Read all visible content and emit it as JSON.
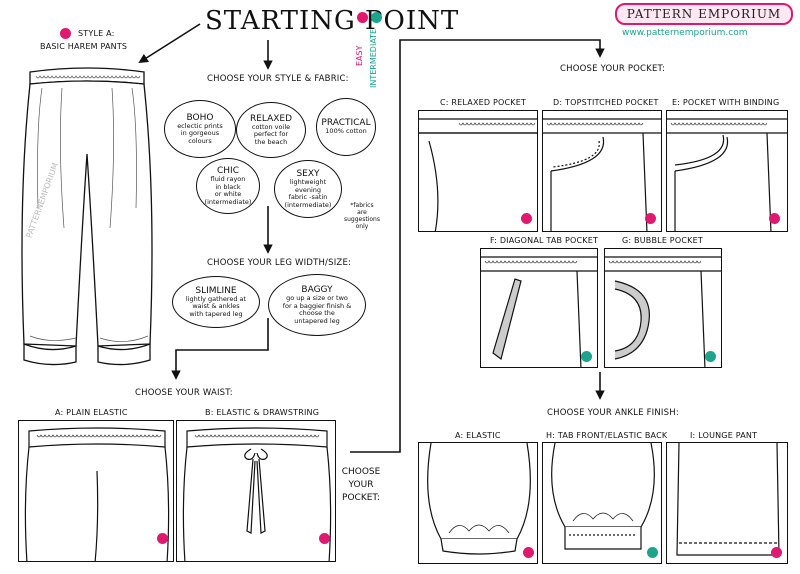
{
  "brand": {
    "name": "Pattern Emporium",
    "url": "www.patternemporium.com",
    "pink": "#e0186f",
    "teal": "#1aa58c"
  },
  "title": "Starting Point",
  "style": {
    "line1": "Style a:",
    "line2": "Basic Harem Pants"
  },
  "levels": {
    "easy": "easy",
    "intermediate": "intermediate"
  },
  "watermark": "patternemporium",
  "steps": {
    "style_fabric": "Choose your style & fabric:",
    "leg": "Choose your leg width/size:",
    "waist": "Choose your waist:",
    "pocket": "Choose your pocket:",
    "ankle": "Choose your ankle finish:",
    "side_pocket": [
      "Choose",
      "your",
      "pocket:"
    ]
  },
  "fabrics": [
    {
      "name": "Boho",
      "desc": [
        "eclectic prints",
        "in gorgeous",
        "colours"
      ]
    },
    {
      "name": "relaxed",
      "desc": [
        "cotton voile",
        "perfect for",
        "the beach"
      ]
    },
    {
      "name": "Practical",
      "desc": [
        "100% cotton"
      ]
    },
    {
      "name": "Chic",
      "desc": [
        "fluid rayon",
        "in black",
        "or white",
        "(intermediate)"
      ]
    },
    {
      "name": "Sexy",
      "desc": [
        "lightweight",
        "evening",
        "fabric -satin",
        "(intermediate)"
      ]
    }
  ],
  "fabric_note": [
    "*fabrics",
    "are",
    "suggestions",
    "only"
  ],
  "legs": [
    {
      "name": "Slimline",
      "desc": [
        "lightly gathered at",
        "waist & ankles",
        "with tapered leg"
      ]
    },
    {
      "name": "Baggy",
      "desc": [
        "go up a size or two",
        "for a baggier finish &",
        "choose the",
        "untapered leg"
      ]
    }
  ],
  "waists": [
    {
      "label": "a: plain elastic",
      "level": "pink"
    },
    {
      "label": "B: elastic & drawstring",
      "level": "pink"
    }
  ],
  "pockets": [
    {
      "label": "C: relaxed pocket",
      "level": "pink"
    },
    {
      "label": "D: topstitched pocket",
      "level": "pink"
    },
    {
      "label": "e: pocket with binding",
      "level": "pink"
    },
    {
      "label": "F: diagonal tab pocket",
      "level": "teal"
    },
    {
      "label": "G: bubble pocket",
      "level": "teal"
    }
  ],
  "ankles": [
    {
      "label": "a: elastic",
      "level": "pink"
    },
    {
      "label": "H: tab front/elastic back",
      "level": "teal"
    },
    {
      "label": "I: lounge pant",
      "level": "pink"
    }
  ]
}
